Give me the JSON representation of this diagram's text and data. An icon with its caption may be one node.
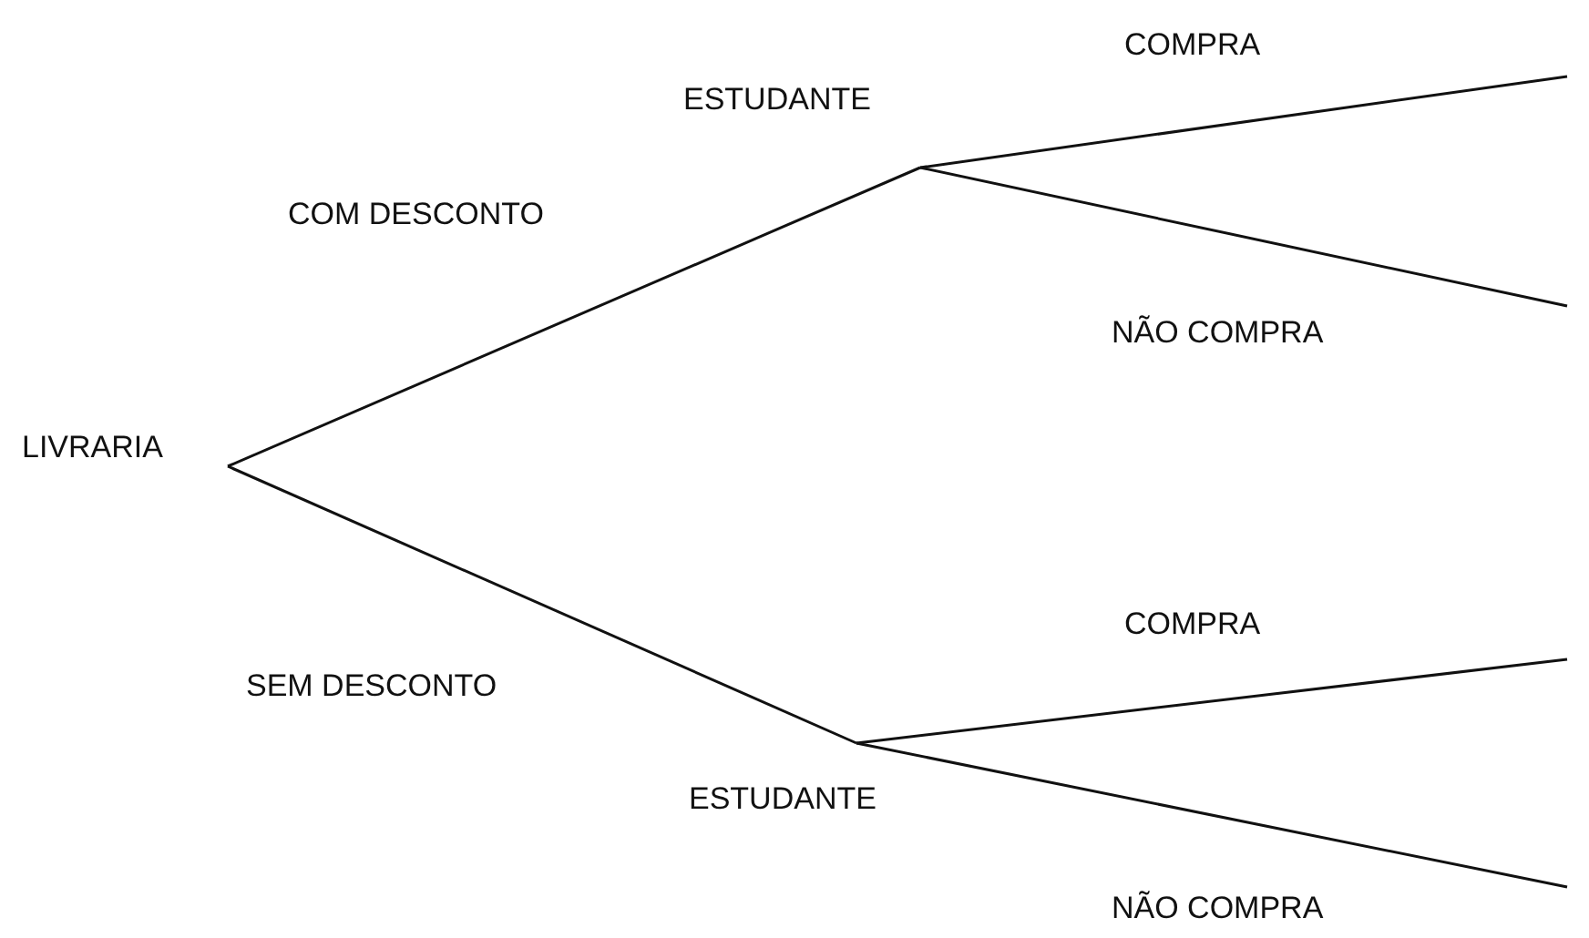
{
  "diagram": {
    "nodes": [
      {
        "text": [
          "LIVRARIA"
        ]
      },
      {
        "text": [
          "ESTUDANTE"
        ]
      },
      {
        "text": [
          "ESTUDANTE"
        ]
      }
    ],
    "edges": [
      {
        "from": 0,
        "to": 1,
        "arrow": "none",
        "label": "COM DESCONTO"
      },
      {
        "from": 0,
        "to": 2,
        "arrow": "none",
        "label": "SEM DESCONTO"
      },
      {
        "from": 1,
        "to": null,
        "arrow": "none",
        "label": "COMPRA"
      },
      {
        "from": 1,
        "to": null,
        "arrow": "none",
        "label": "NÃO COMPRA"
      },
      {
        "from": 2,
        "to": null,
        "arrow": "none",
        "label": "COMPRA"
      },
      {
        "from": 2,
        "to": null,
        "arrow": "none",
        "label": "NÃO COMPRA"
      }
    ]
  }
}
